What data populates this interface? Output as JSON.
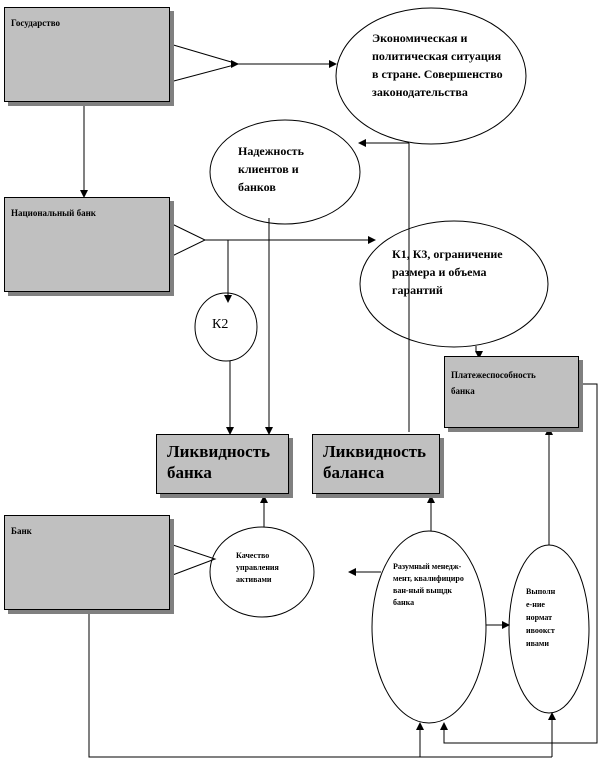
{
  "nodes": {
    "state": "Государство",
    "national_bank": "Национальный банк",
    "bank": "Банк",
    "solvency": "Платежеспособность банка",
    "liquidity_bank": "Ликвидность банка",
    "liquidity_balance": "Ликвидность баланса",
    "economic_situation": "Экономическая и политическая ситуация в стране. Совершенство законодательства",
    "reliability": "Надежность клиентов и банков",
    "ratios": "К1, К3, ограничение размера и объема гарантий",
    "k2": "К2",
    "asset_quality": "Качество управления активами",
    "management": "Разумный менедж-мент, квалифициро ван-ный выщдк банка",
    "compliance": "Выполн е-ние нормат ивоокст ивами"
  }
}
